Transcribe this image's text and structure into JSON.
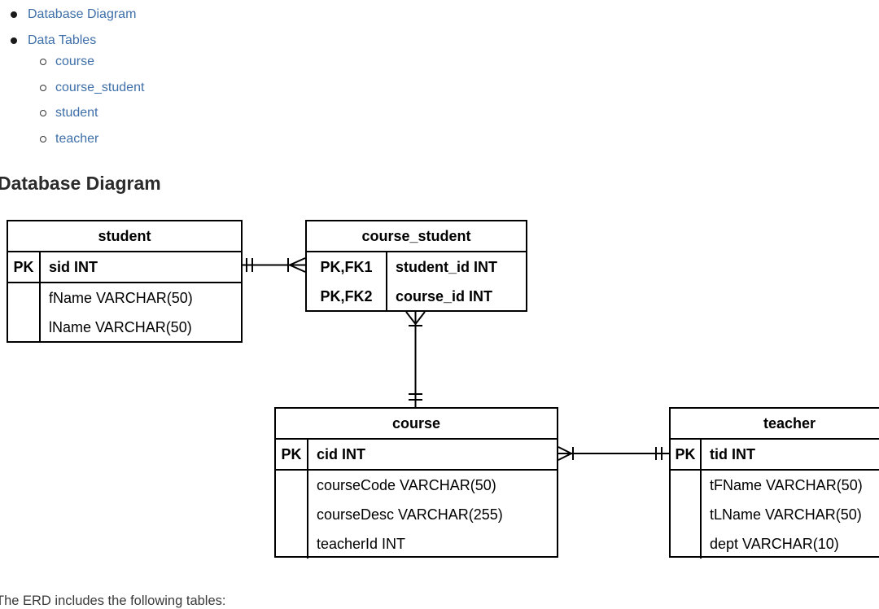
{
  "toc": {
    "items": [
      {
        "label": "Database Diagram"
      },
      {
        "label": "Data Tables"
      }
    ],
    "sub_items": [
      {
        "label": "course"
      },
      {
        "label": "course_student"
      },
      {
        "label": "student"
      },
      {
        "label": "teacher"
      }
    ]
  },
  "heading": "Database Diagram",
  "footer_text": "The ERD includes the following tables:",
  "colors": {
    "link": "#3e6fa8",
    "heading": "#2b2b2b",
    "body_text": "#3a3a3a",
    "diagram_stroke": "#000000"
  },
  "diagram": {
    "tables": {
      "student": {
        "title": "student",
        "key_rows": [
          {
            "key": "PK",
            "attr": "sid INT"
          }
        ],
        "rows": [
          "fName VARCHAR(50)",
          "lName VARCHAR(50)"
        ]
      },
      "course_student": {
        "title": "course_student",
        "key_rows": [
          {
            "key": "PK,FK1",
            "attr": "student_id INT"
          },
          {
            "key": "PK,FK2",
            "attr": "course_id INT"
          }
        ],
        "rows": []
      },
      "course": {
        "title": "course",
        "key_rows": [
          {
            "key": "PK",
            "attr": "cid INT"
          }
        ],
        "rows": [
          "courseCode VARCHAR(50)",
          "courseDesc VARCHAR(255)",
          "teacherId INT"
        ]
      },
      "teacher": {
        "title": "teacher",
        "key_rows": [
          {
            "key": "PK",
            "attr": "tid INT"
          }
        ],
        "rows": [
          "tFName VARCHAR(50)",
          "tLName VARCHAR(50)",
          "dept VARCHAR(10)"
        ]
      }
    },
    "relationships": [
      {
        "from": "student",
        "to": "course_student",
        "from_cardinality": "exactly-one",
        "to_cardinality": "many"
      },
      {
        "from": "course_student",
        "to": "course",
        "from_cardinality": "many",
        "to_cardinality": "exactly-one"
      },
      {
        "from": "course",
        "to": "teacher",
        "from_cardinality": "many",
        "to_cardinality": "exactly-one"
      }
    ]
  }
}
